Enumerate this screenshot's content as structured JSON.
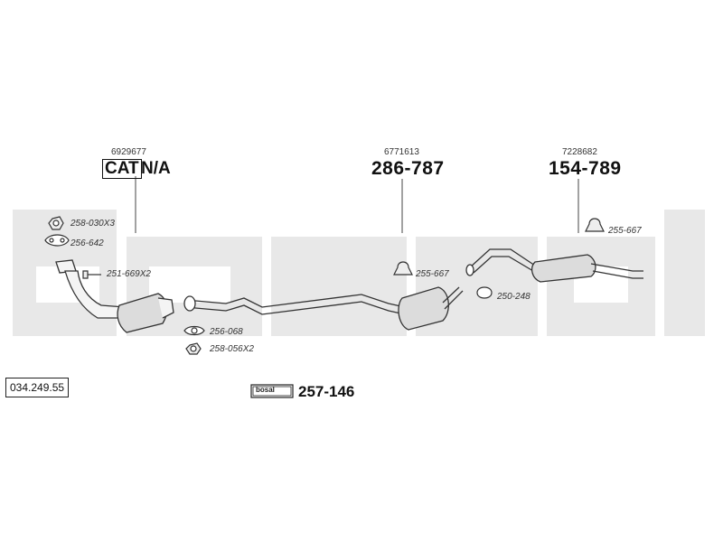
{
  "watermark": {
    "text": "bosal",
    "color": "#e6e6e6"
  },
  "reference_number": "034.249.55",
  "catalyst": {
    "oe_number": "6929677",
    "cat_label": "CAT",
    "cat_suffix": "N/A"
  },
  "middle_section": {
    "oe_number": "6771613",
    "part_number": "286-787"
  },
  "rear_section": {
    "oe_number": "7228682",
    "part_number": "154-789"
  },
  "fittings": {
    "nut_front": "258-030X3",
    "gasket_front": "256-642",
    "bolt_front": "251-669X2",
    "gasket_cat": "256-068",
    "nut_cat": "258-056X2",
    "mount_middle": "255-667",
    "clamp": "250-248",
    "mount_rear": "255-667"
  },
  "kit": {
    "logo_text": "bosal",
    "part_number": "257-146"
  }
}
